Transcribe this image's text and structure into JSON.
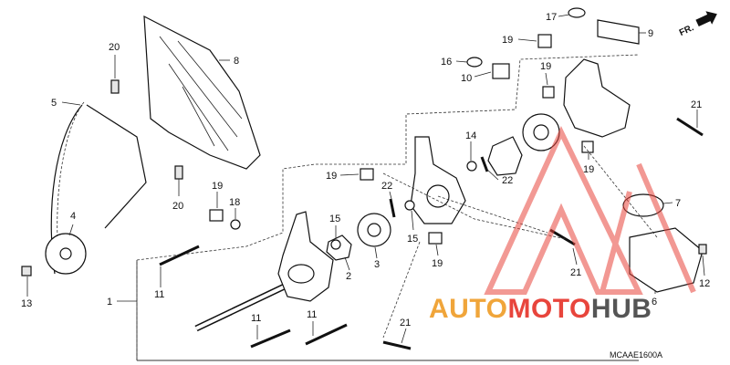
{
  "diagram": {
    "code": "MCAAE1600A",
    "direction_label": "FR.",
    "watermark": {
      "part1": "AUTO",
      "part2": "MOTO",
      "part3": "HUB",
      "color_orange": "#f0a53a",
      "color_red": "#e8453c",
      "color_dark": "#555555"
    },
    "callouts": [
      {
        "id": "c17",
        "label": "17"
      },
      {
        "id": "c9",
        "label": "9"
      },
      {
        "id": "c19a",
        "label": "19"
      },
      {
        "id": "c20a",
        "label": "20"
      },
      {
        "id": "c8",
        "label": "8"
      },
      {
        "id": "c16",
        "label": "16"
      },
      {
        "id": "c10",
        "label": "10"
      },
      {
        "id": "c19b",
        "label": "19"
      },
      {
        "id": "c5",
        "label": "5"
      },
      {
        "id": "c21a",
        "label": "21"
      },
      {
        "id": "c14",
        "label": "14"
      },
      {
        "id": "c19c",
        "label": "19"
      },
      {
        "id": "c19d",
        "label": "19"
      },
      {
        "id": "c22a",
        "label": "22"
      },
      {
        "id": "c20b",
        "label": "20"
      },
      {
        "id": "c19e",
        "label": "19"
      },
      {
        "id": "c18",
        "label": "18"
      },
      {
        "id": "c22b",
        "label": "22"
      },
      {
        "id": "c7",
        "label": "7"
      },
      {
        "id": "c4",
        "label": "4"
      },
      {
        "id": "c15a",
        "label": "15"
      },
      {
        "id": "c15b",
        "label": "15"
      },
      {
        "id": "c2",
        "label": "2"
      },
      {
        "id": "c3",
        "label": "3"
      },
      {
        "id": "c19f",
        "label": "19"
      },
      {
        "id": "c21b",
        "label": "21"
      },
      {
        "id": "c12",
        "label": "12"
      },
      {
        "id": "c13",
        "label": "13"
      },
      {
        "id": "c11a",
        "label": "11"
      },
      {
        "id": "c6",
        "label": "6"
      },
      {
        "id": "c1",
        "label": "1"
      },
      {
        "id": "c11b",
        "label": "11"
      },
      {
        "id": "c11c",
        "label": "11"
      },
      {
        "id": "c21c",
        "label": "21"
      }
    ]
  }
}
